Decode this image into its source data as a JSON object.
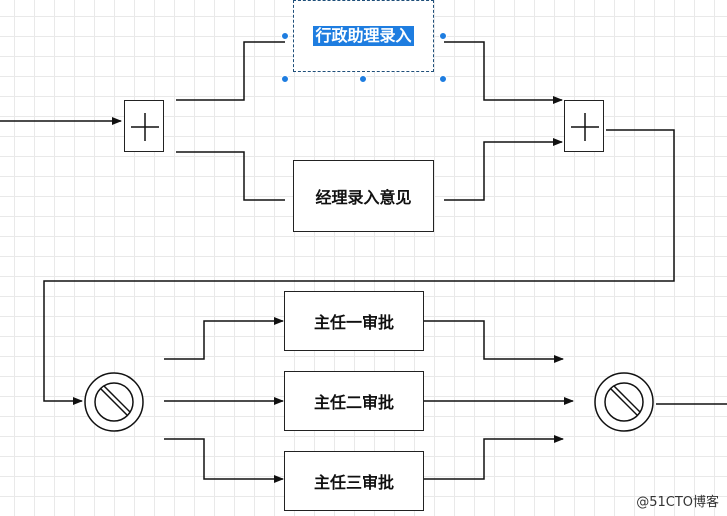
{
  "nodes": {
    "admin_entry": "行政助理录入",
    "manager_opinion": "经理录入意见",
    "director_1": "主任一审批",
    "director_2": "主任二审批",
    "director_3": "主任三审批"
  },
  "gateways": {
    "parallel_split": "parallel-plus",
    "parallel_join": "parallel-plus",
    "exclusive_split": "circle-slash",
    "exclusive_join": "circle-slash"
  },
  "colors": {
    "selection": "#1e7de0",
    "line": "#222222",
    "grid": "#e9e9e9"
  },
  "watermark": "@51CTO博客"
}
